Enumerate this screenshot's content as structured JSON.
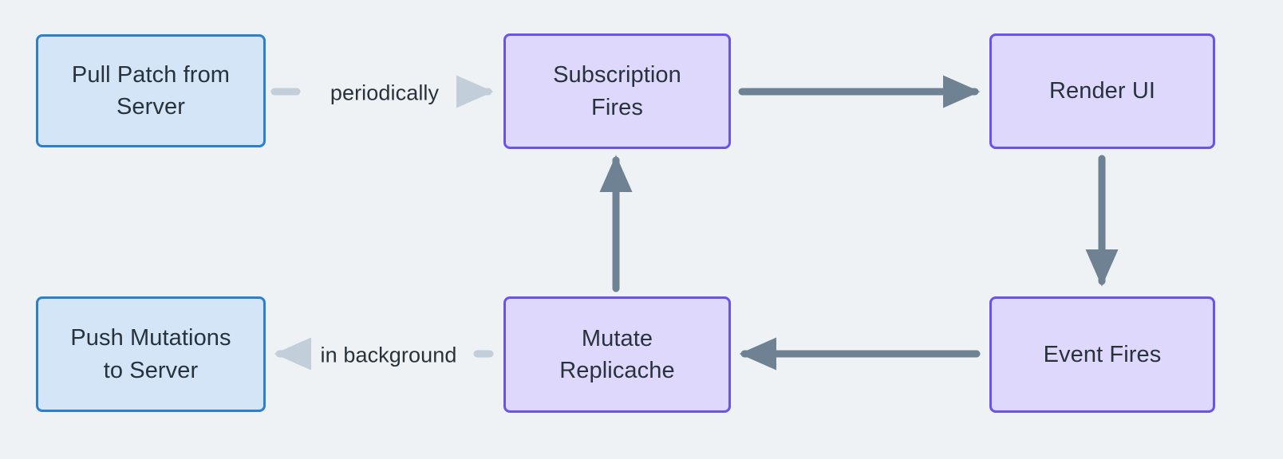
{
  "diagram": {
    "type": "flowchart",
    "background_color": "#eef2f5",
    "nodes": [
      {
        "id": "pull",
        "label": "Pull Patch from\nServer",
        "style": "blue",
        "fill": "#d3e5f7",
        "stroke": "#2a7fd0"
      },
      {
        "id": "subscription",
        "label": "Subscription\nFires",
        "style": "purple",
        "fill": "#ded9fc",
        "stroke": "#6a52f0"
      },
      {
        "id": "render",
        "label": "Render UI",
        "style": "purple",
        "fill": "#ded9fc",
        "stroke": "#6a52f0"
      },
      {
        "id": "push",
        "label": "Push Mutations\nto Server",
        "style": "blue",
        "fill": "#d3e5f7",
        "stroke": "#2a7fd0"
      },
      {
        "id": "mutate",
        "label": "Mutate\nReplicache",
        "style": "purple",
        "fill": "#ded9fc",
        "stroke": "#6a52f0"
      },
      {
        "id": "event",
        "label": "Event Fires",
        "style": "purple",
        "fill": "#ded9fc",
        "stroke": "#6a52f0"
      }
    ],
    "edges": [
      {
        "id": "pull-to-subscription",
        "from": "pull",
        "to": "subscription",
        "label": "periodically",
        "color": "#c2ced9",
        "direction": "right"
      },
      {
        "id": "subscription-to-render",
        "from": "subscription",
        "to": "render",
        "label": "",
        "color": "#6f8293",
        "direction": "right"
      },
      {
        "id": "render-to-event",
        "from": "render",
        "to": "event",
        "label": "",
        "color": "#6f8293",
        "direction": "down"
      },
      {
        "id": "event-to-mutate",
        "from": "event",
        "to": "mutate",
        "label": "",
        "color": "#6f8293",
        "direction": "left"
      },
      {
        "id": "mutate-to-subscription",
        "from": "mutate",
        "to": "subscription",
        "label": "",
        "color": "#6f8293",
        "direction": "up"
      },
      {
        "id": "mutate-to-push",
        "from": "mutate",
        "to": "push",
        "label": "in background",
        "color": "#c2ced9",
        "direction": "left"
      }
    ],
    "labels": {
      "periodically": "periodically",
      "in_background": "in background"
    }
  }
}
